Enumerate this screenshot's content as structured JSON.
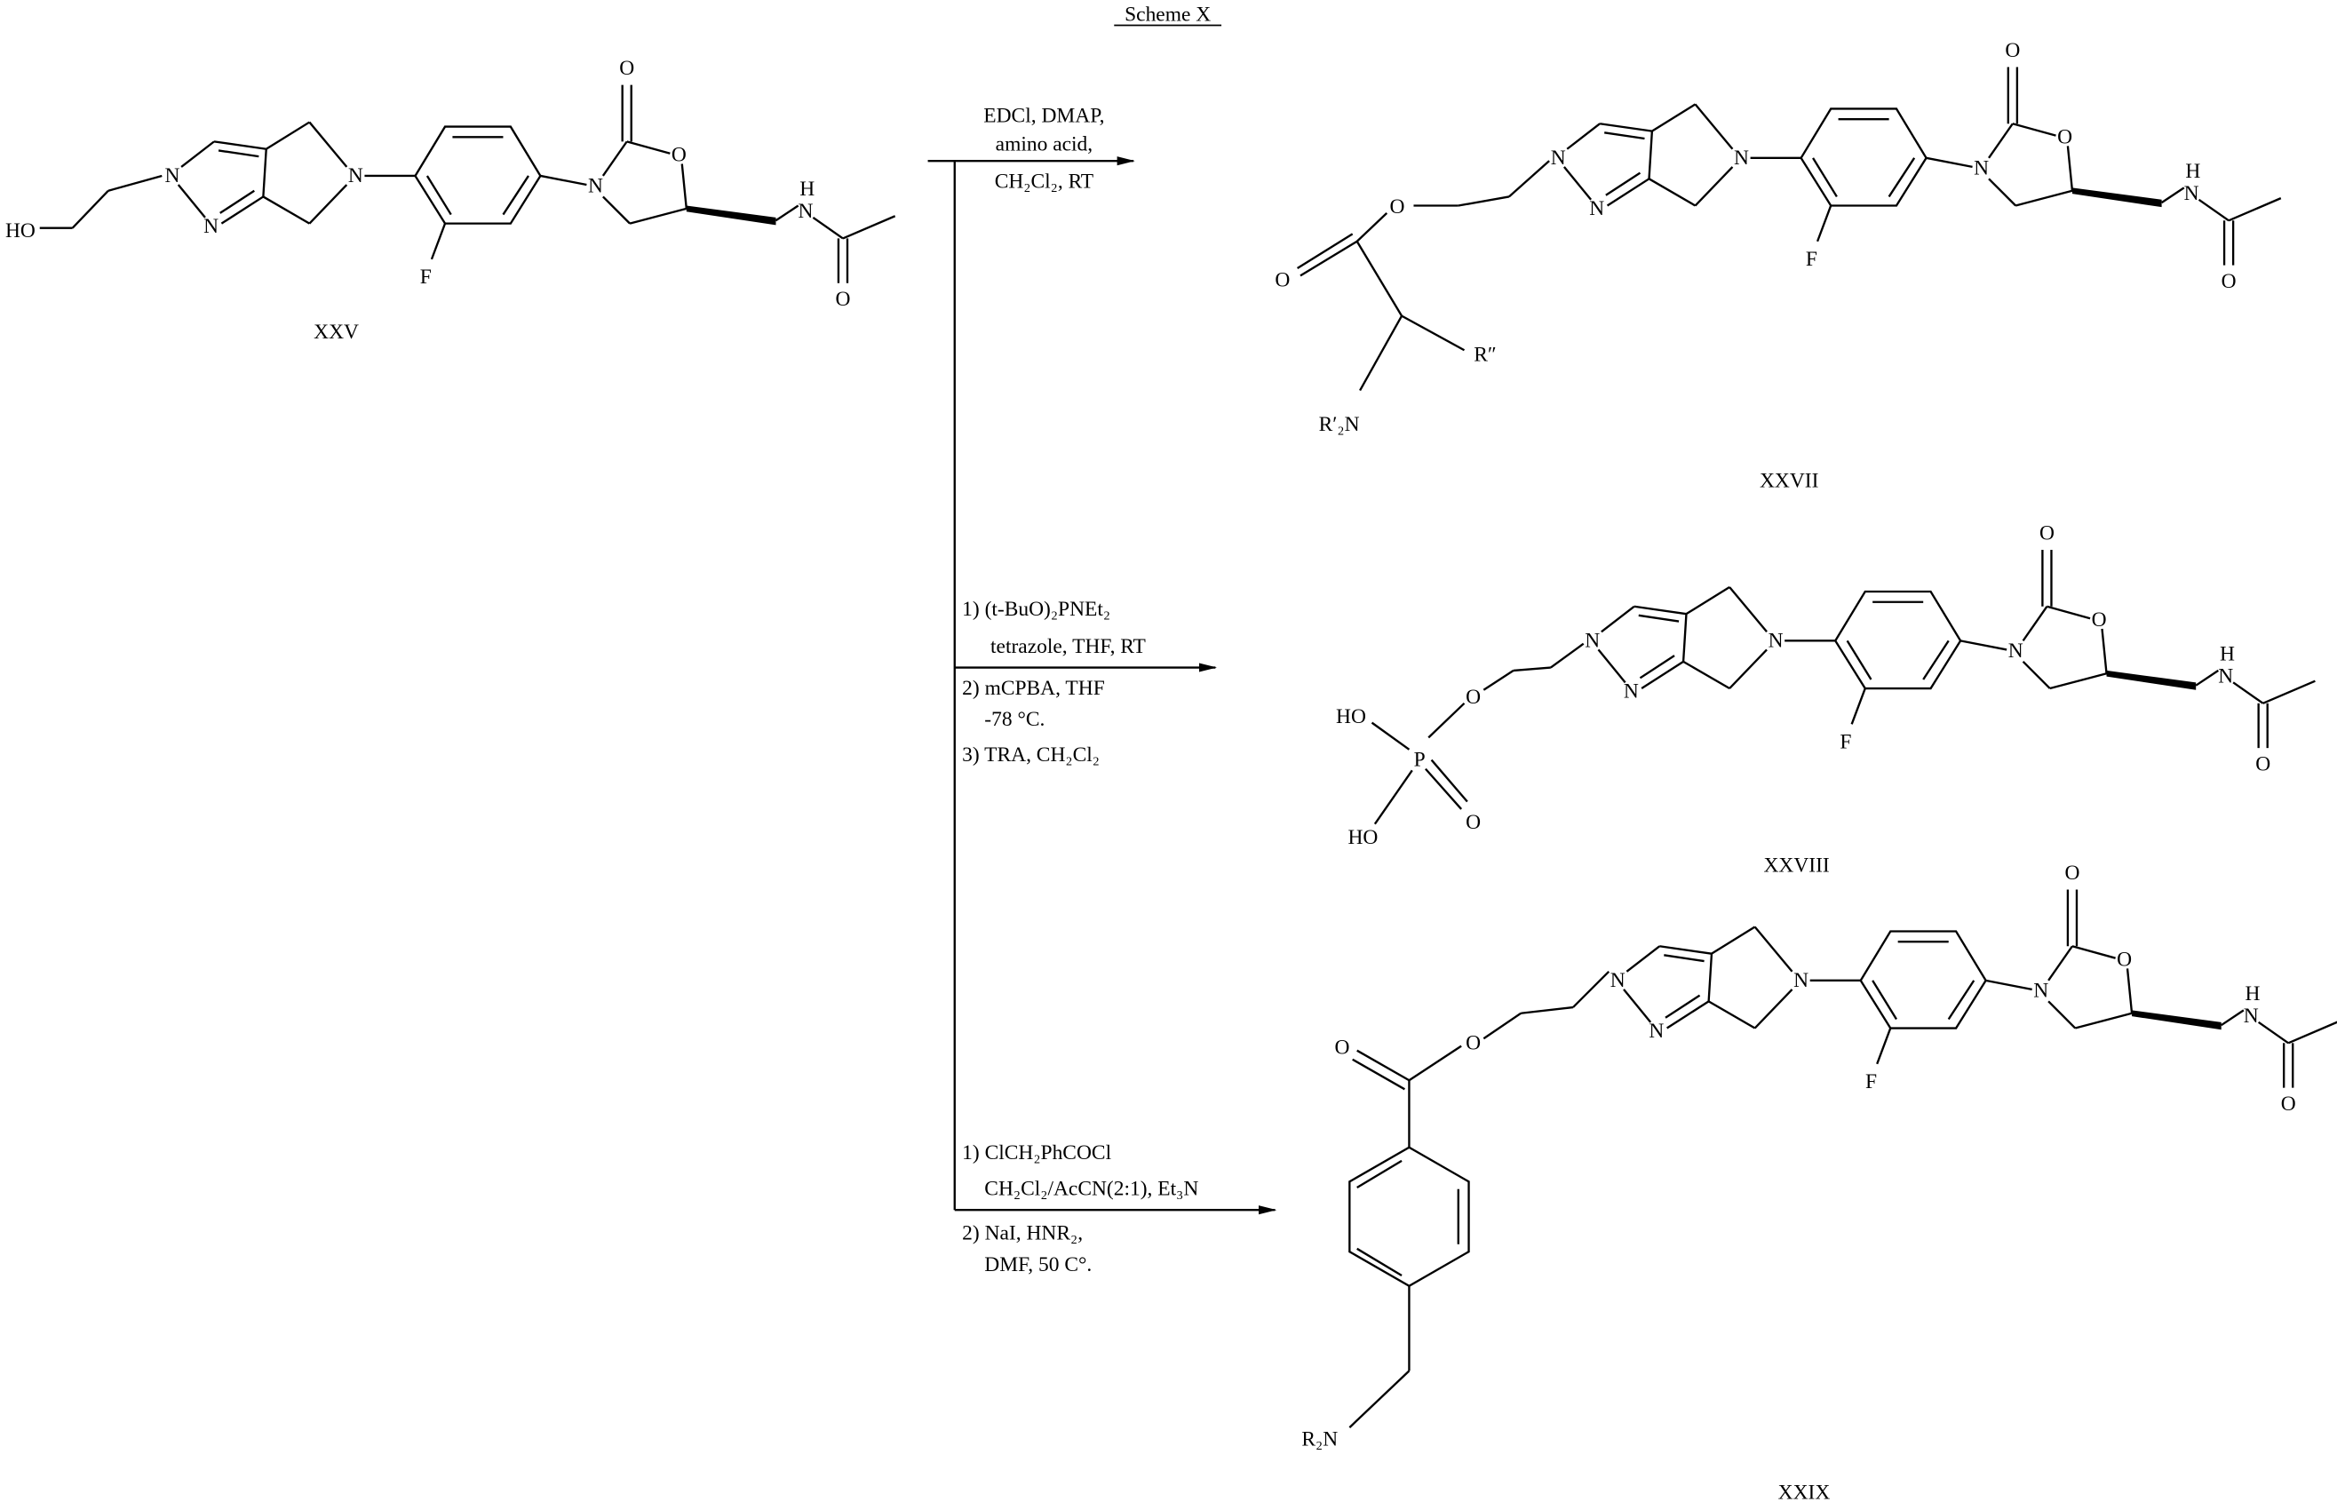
{
  "title": "Scheme X",
  "core_atoms": {
    "n1": "N",
    "n2": "N",
    "n5": "N",
    "f": "F",
    "n_ox": "N",
    "o_ring": "O",
    "o_carbonyl": "O",
    "nh_h": "H",
    "nh_n": "N",
    "o_amide": "O"
  },
  "compounds": {
    "xxv": {
      "label": "XXV",
      "ho": "HO"
    },
    "xxvii": {
      "label": "XXVII",
      "o_ester": "O",
      "o_carbonyl": "O",
      "r2": "R″",
      "amine": "R′₂N"
    },
    "xxviii": {
      "label": "XXVIII",
      "o_ester": "O",
      "p": "P",
      "ho1": "HO",
      "ho2": "HO",
      "o_double": "O"
    },
    "xxix": {
      "label": "XXIX",
      "o_ester": "O",
      "o_carbonyl": "O",
      "amine": "R₂N"
    }
  },
  "reactions": [
    {
      "above": [
        "EDCl, DMAP,",
        "amino acid,"
      ],
      "below": [
        "CH₂Cl₂, RT"
      ]
    },
    {
      "above": [
        "1) (t-BuO)₂PNEt₂",
        "tetrazole, THF, RT"
      ],
      "below": [
        "2) mCPBA, THF",
        "-78 °C.",
        "3) TRA, CH₂Cl₂"
      ]
    },
    {
      "above": [
        "1) ClCH₂PhCOCl",
        "CH₂Cl₂/AcCN(2:1), Et₃N"
      ],
      "below": [
        "2) NaI, HNR₂,",
        "DMF, 50 C°."
      ]
    }
  ]
}
